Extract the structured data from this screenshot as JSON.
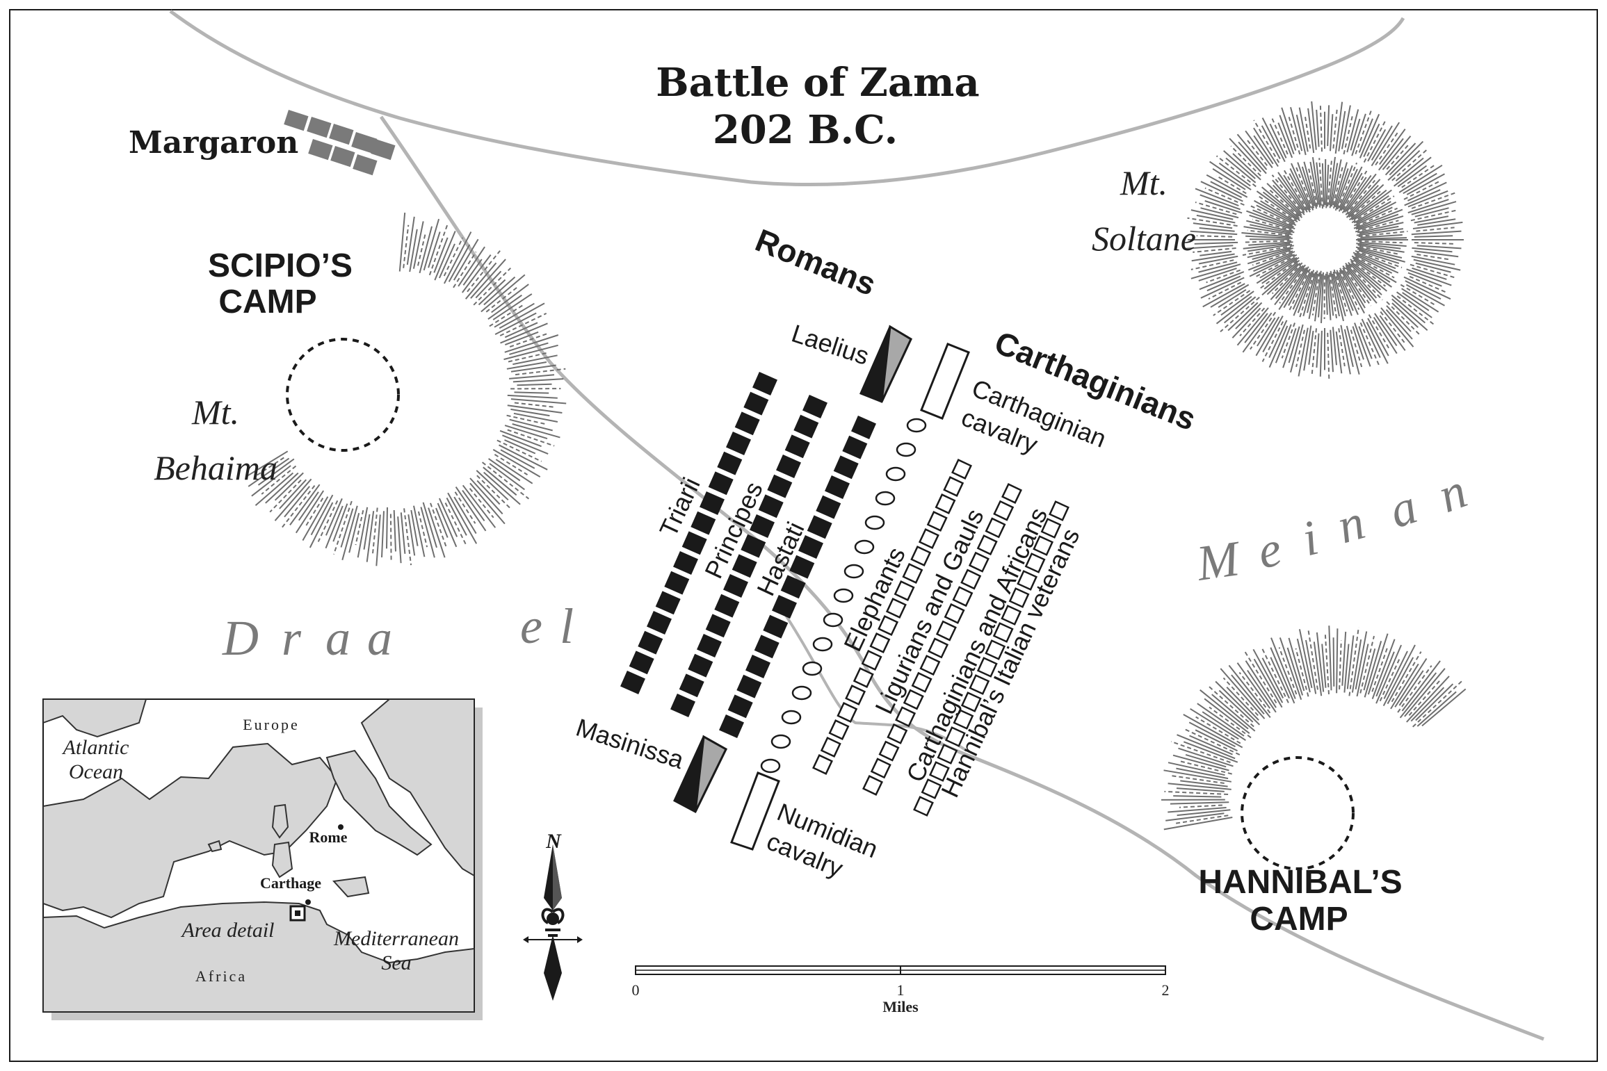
{
  "title": {
    "line1": "Battle of Zama",
    "line2": "202 B.C."
  },
  "places": {
    "margaron": "Margaron",
    "scipio_camp": [
      "SCIPIO’S",
      "CAMP"
    ],
    "hannibal_camp": [
      "HANNIBAL’S",
      "CAMP"
    ],
    "mt_behaima": [
      "Mt.",
      "Behaima"
    ],
    "mt_soltane": [
      "Mt.",
      "Soltane"
    ]
  },
  "river": {
    "draa_letters": [
      "D",
      "r",
      "a",
      "a"
    ],
    "el_letters": [
      "e",
      "l"
    ],
    "meinan_letters": [
      "M",
      "e",
      "i",
      "n",
      "a",
      "n"
    ]
  },
  "armies": {
    "romans": "Romans",
    "carthaginians": "Carthaginians"
  },
  "units": {
    "laelius": "Laelius",
    "masinissa": "Masinissa",
    "carthaginian_cavalry": [
      "Carthaginian",
      "cavalry"
    ],
    "numidian_cavalry": [
      "Numidian",
      "cavalry"
    ],
    "triarii": "Triarii",
    "principes": "Principes",
    "hastati": "Hastati",
    "elephants": "Elephants",
    "ligurians": "Ligurians and Gauls",
    "africans": "Carthaginians and Africans",
    "veterans": "Hannibal’s Italian veterans"
  },
  "scale": {
    "ticks": [
      "0",
      "1",
      "2"
    ],
    "unit": "Miles"
  },
  "compass": {
    "north_icon": "north-arrow-icon"
  },
  "inset": {
    "europe": "Europe",
    "atlantic": [
      "Atlantic",
      "Ocean"
    ],
    "rome": "Rome",
    "carthage": "Carthage",
    "area_detail": "Area detail",
    "mediterranean": [
      "Mediterranean",
      "Sea"
    ],
    "africa": "Africa"
  },
  "colors": {
    "ink": "#1a1a1a",
    "road": "#b4b4b4",
    "land": "#d6d6d6",
    "river_text": "#7a7a7a",
    "hill_hatch": "#6e6e6e"
  }
}
